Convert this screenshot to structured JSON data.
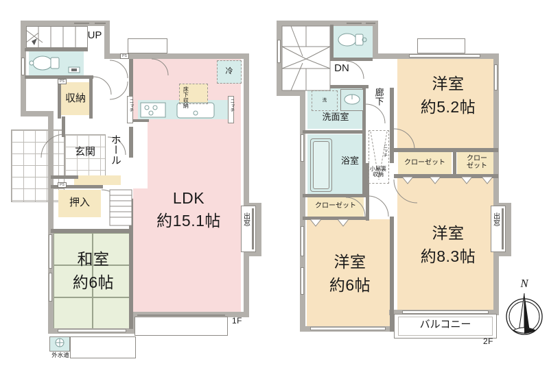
{
  "document": {
    "type": "real-estate-floor-plan",
    "floors": [
      "1F",
      "2F"
    ]
  },
  "floor1": {
    "badge": "1F",
    "rooms": [
      {
        "id": "ldk",
        "name": "LDK",
        "area": "約15.1帖"
      },
      {
        "id": "washitsu",
        "name": "和室",
        "area": "約6帖"
      }
    ],
    "labels": {
      "genkan": "玄関",
      "hall": "ホール",
      "shuno": "収納",
      "oshiire": "押入",
      "up": "UP",
      "fridge": "冷",
      "yukashita": "床下収納",
      "niche_left": "ニッチ",
      "niche_right": "ニッチ",
      "bay_window": "出窓",
      "outdoor_tap": "外水道",
      "ps": "PS"
    }
  },
  "floor2": {
    "badge": "2F",
    "rooms": [
      {
        "id": "yoshitsu-52",
        "name": "洋室",
        "area": "約5.2帖"
      },
      {
        "id": "yoshitsu-83",
        "name": "洋室",
        "area": "約8.3帖"
      },
      {
        "id": "yoshitsu-6",
        "name": "洋室",
        "area": "約6帖"
      }
    ],
    "labels": {
      "dn": "DN",
      "corridor": "廊下",
      "senmenshitsu": "洗面室",
      "yokushitsu": "浴室",
      "closet_main": "クローゼット",
      "closet_a": "クローゼット",
      "closet_b": "クロー\nゼット",
      "closet_lower": "クローゼット",
      "koyaura": "小屋裏\n収納",
      "niche": "ニッチ",
      "balcony": "バルコニー",
      "bay_window": "出窓",
      "wash_mark": "洗"
    }
  },
  "compass": {
    "label": "N",
    "name": "compass-rose"
  },
  "colors": {
    "ldk_fill": "#f9dcdc",
    "washitsu_fill": "#e9f0db",
    "yoshitsu_fill": "#f8e3c1",
    "water_fill": "#d6ecea",
    "storage_fill": "#f6e8c2",
    "wall": "#b3b0ab",
    "text": "#1a1a1a"
  }
}
